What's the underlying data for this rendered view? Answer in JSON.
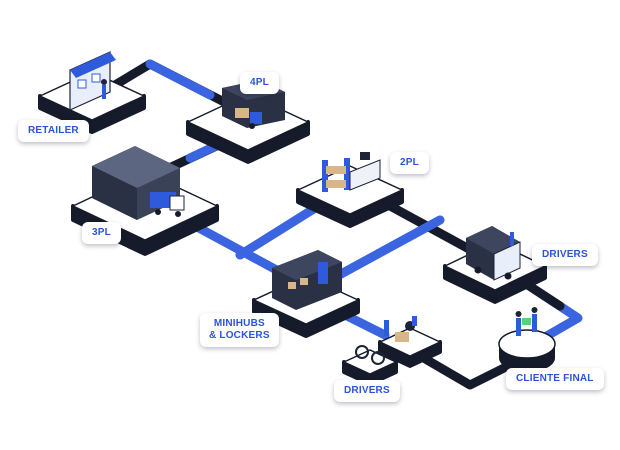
{
  "colors": {
    "platform_top": "#ffffff",
    "platform_side": "#151b2b",
    "route_dark": "#151b2b",
    "route_blue": "#3a64e0",
    "label_text": "#2b54d8",
    "accent_blue": "#2e5bdc"
  },
  "nodes": {
    "retailer": "RETAILER",
    "fourpl": "4PL",
    "twopl": "2PL",
    "threepl": "3PL",
    "drivers_van": "DRIVERS",
    "minihubs_line1": "MINIHUBS",
    "minihubs_line2": "& LOCKERS",
    "drivers_bikes": "DRIVERS",
    "cliente_final": "CLIENTE FINAL"
  },
  "icons": {
    "retailer": "storefront-icon",
    "fourpl": "forklift-warehouse-icon",
    "threepl": "warehouse-truck-icon",
    "twopl": "shelves-desk-icon",
    "drivers_van": "delivery-van-icon",
    "minihubs": "locker-icon",
    "drivers_bikes": "bike-scooter-icon",
    "cliente_final": "package-handoff-icon"
  }
}
